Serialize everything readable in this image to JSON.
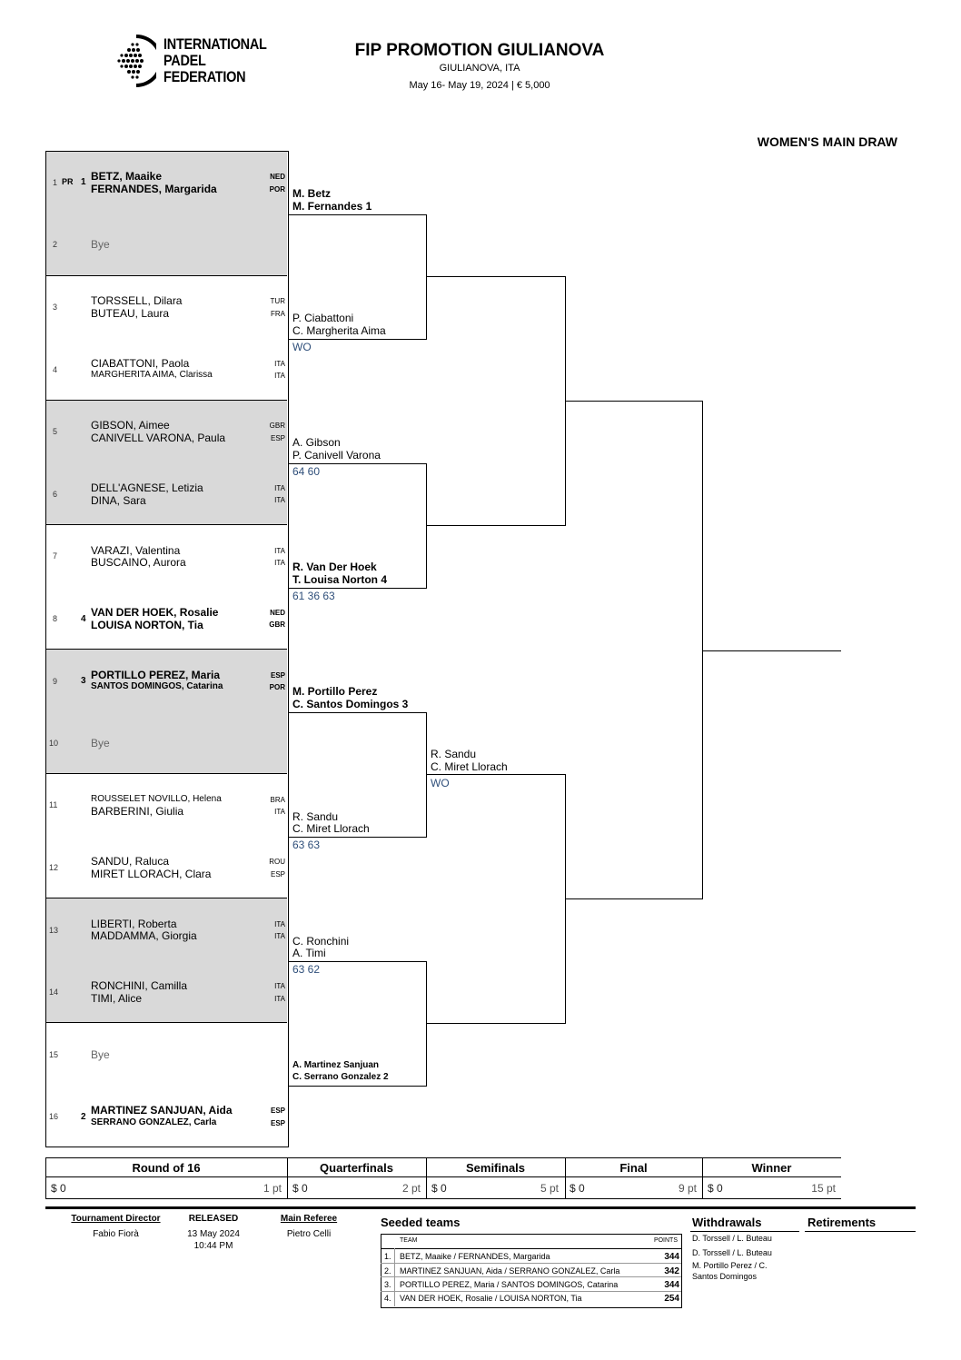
{
  "header": {
    "federation_line1": "INTERNATIONAL",
    "federation_line2": "PADEL",
    "federation_line3": "FEDERATION",
    "title": "FIP PROMOTION GIULIANOVA",
    "location": "GIULIANOVA, ITA",
    "dates": "May 16- May 19, 2024  |  € 5,000",
    "draw_name": "WOMEN'S MAIN DRAW"
  },
  "r16": [
    {
      "line": "1",
      "pr": "PR",
      "seed": "1",
      "p1": "BETZ, Maaike",
      "n1": "NED",
      "p2": "FERNANDES, Margarida",
      "n2": "POR"
    },
    {
      "line": "2",
      "p1": "Bye"
    },
    {
      "line": "3",
      "p1": "TORSSELL, Dilara",
      "n1": "TUR",
      "p2": "BUTEAU, Laura",
      "n2": "FRA"
    },
    {
      "line": "4",
      "p1": "CIABATTONI, Paola",
      "n1": "ITA",
      "p2": "MARGHERITA AIMA, Clarissa",
      "n2": "ITA"
    },
    {
      "line": "5",
      "p1": "GIBSON, Aimee",
      "n1": "GBR",
      "p2": "CANIVELL VARONA, Paula",
      "n2": "ESP"
    },
    {
      "line": "6",
      "p1": "DELL'AGNESE, Letizia",
      "n1": "ITA",
      "p2": "DINA, Sara",
      "n2": "ITA"
    },
    {
      "line": "7",
      "p1": "VARAZI, Valentina",
      "n1": "ITA",
      "p2": "BUSCAINO, Aurora",
      "n2": "ITA"
    },
    {
      "line": "8",
      "seed": "4",
      "p1": "VAN DER HOEK, Rosalie",
      "n1": "NED",
      "p2": "LOUISA NORTON, Tia",
      "n2": "GBR"
    },
    {
      "line": "9",
      "seed": "3",
      "p1": "PORTILLO PEREZ, Maria",
      "n1": "ESP",
      "p2": "SANTOS DOMINGOS, Catarina",
      "n2": "POR"
    },
    {
      "line": "10",
      "p1": "Bye"
    },
    {
      "line": "11",
      "p1": "ROUSSELET NOVILLO, Helena",
      "n1": "BRA",
      "p2": "BARBERINI, Giulia",
      "n2": "ITA"
    },
    {
      "line": "12",
      "p1": "SANDU, Raluca",
      "n1": "ROU",
      "p2": "MIRET LLORACH, Clara",
      "n2": "ESP"
    },
    {
      "line": "13",
      "p1": "LIBERTI, Roberta",
      "n1": "ITA",
      "p2": "MADDAMMA, Giorgia",
      "n2": "ITA"
    },
    {
      "line": "14",
      "p1": "RONCHINI, Camilla",
      "n1": "ITA",
      "p2": "TIMI, Alice",
      "n2": "ITA"
    },
    {
      "line": "15",
      "p1": "Bye"
    },
    {
      "line": "16",
      "seed": "2",
      "p1": "MARTINEZ SANJUAN, Aida",
      "n1": "ESP",
      "p2": "SERRANO GONZALEZ, Carla",
      "n2": "ESP"
    }
  ],
  "qf": [
    {
      "a": "M. Betz",
      "b": "M. Fernandes  1",
      "score": ""
    },
    {
      "a": "P. Ciabattoni",
      "b": "C. Margherita Aima",
      "score": "WO"
    },
    {
      "a": "A. Gibson",
      "b": "P. Canivell Varona",
      "score": "64 60"
    },
    {
      "a": "R. Van Der Hoek",
      "b": "T. Louisa Norton  4",
      "score": "61 36 63"
    },
    {
      "a": "M. Portillo Perez",
      "b": "C. Santos Domingos  3",
      "score": ""
    },
    {
      "a": "R. Sandu",
      "b": "C. Miret Llorach",
      "score": "63 63"
    },
    {
      "a": "C. Ronchini",
      "b": "A. Timi",
      "score": "63 62"
    },
    {
      "a": "A. Martinez Sanjuan",
      "b": "C. Serrano Gonzalez  2",
      "score": ""
    }
  ],
  "sf": [
    {
      "a": "R. Sandu",
      "b": "C. Miret Llorach",
      "score": "WO"
    }
  ],
  "rounds": [
    {
      "name": "Round of 16",
      "prize": "$ 0",
      "points": "1 pt"
    },
    {
      "name": "Quarterfinals",
      "prize": "$ 0",
      "points": "2 pt"
    },
    {
      "name": "Semifinals",
      "prize": "$ 0",
      "points": "5 pt"
    },
    {
      "name": "Final",
      "prize": "$ 0",
      "points": "9 pt"
    },
    {
      "name": "Winner",
      "prize": "$ 0",
      "points": "15 pt"
    }
  ],
  "footer": {
    "director_label": "Tournament Director",
    "director": "Fabio Fiorà",
    "released_label": "RELEASED",
    "released_date": "13 May 2024",
    "released_time": "10:44 PM",
    "referee_label": "Main Referee",
    "referee": "Pietro Celli",
    "seeded_label": "Seeded teams",
    "team_col": "TEAM",
    "points_col": "POINTS",
    "seeds": [
      {
        "n": "1.",
        "team": "BETZ, Maaike / FERNANDES, Margarida",
        "pts": "344"
      },
      {
        "n": "2.",
        "team": "MARTINEZ SANJUAN, Aida / SERRANO GONZALEZ, Carla",
        "pts": "342"
      },
      {
        "n": "3.",
        "team": "PORTILLO PEREZ, Maria / SANTOS DOMINGOS, Catarina",
        "pts": "344"
      },
      {
        "n": "4.",
        "team": "VAN DER HOEK, Rosalie / LOUISA NORTON, Tia",
        "pts": "254"
      }
    ],
    "withdrawals_label": "Withdrawals",
    "withdrawals": [
      "D. Torssell / L. Buteau",
      "D. Torssell / L. Buteau",
      "M. Portillo Perez / C.",
      "Santos Domingos"
    ],
    "retirements_label": "Retirements"
  }
}
